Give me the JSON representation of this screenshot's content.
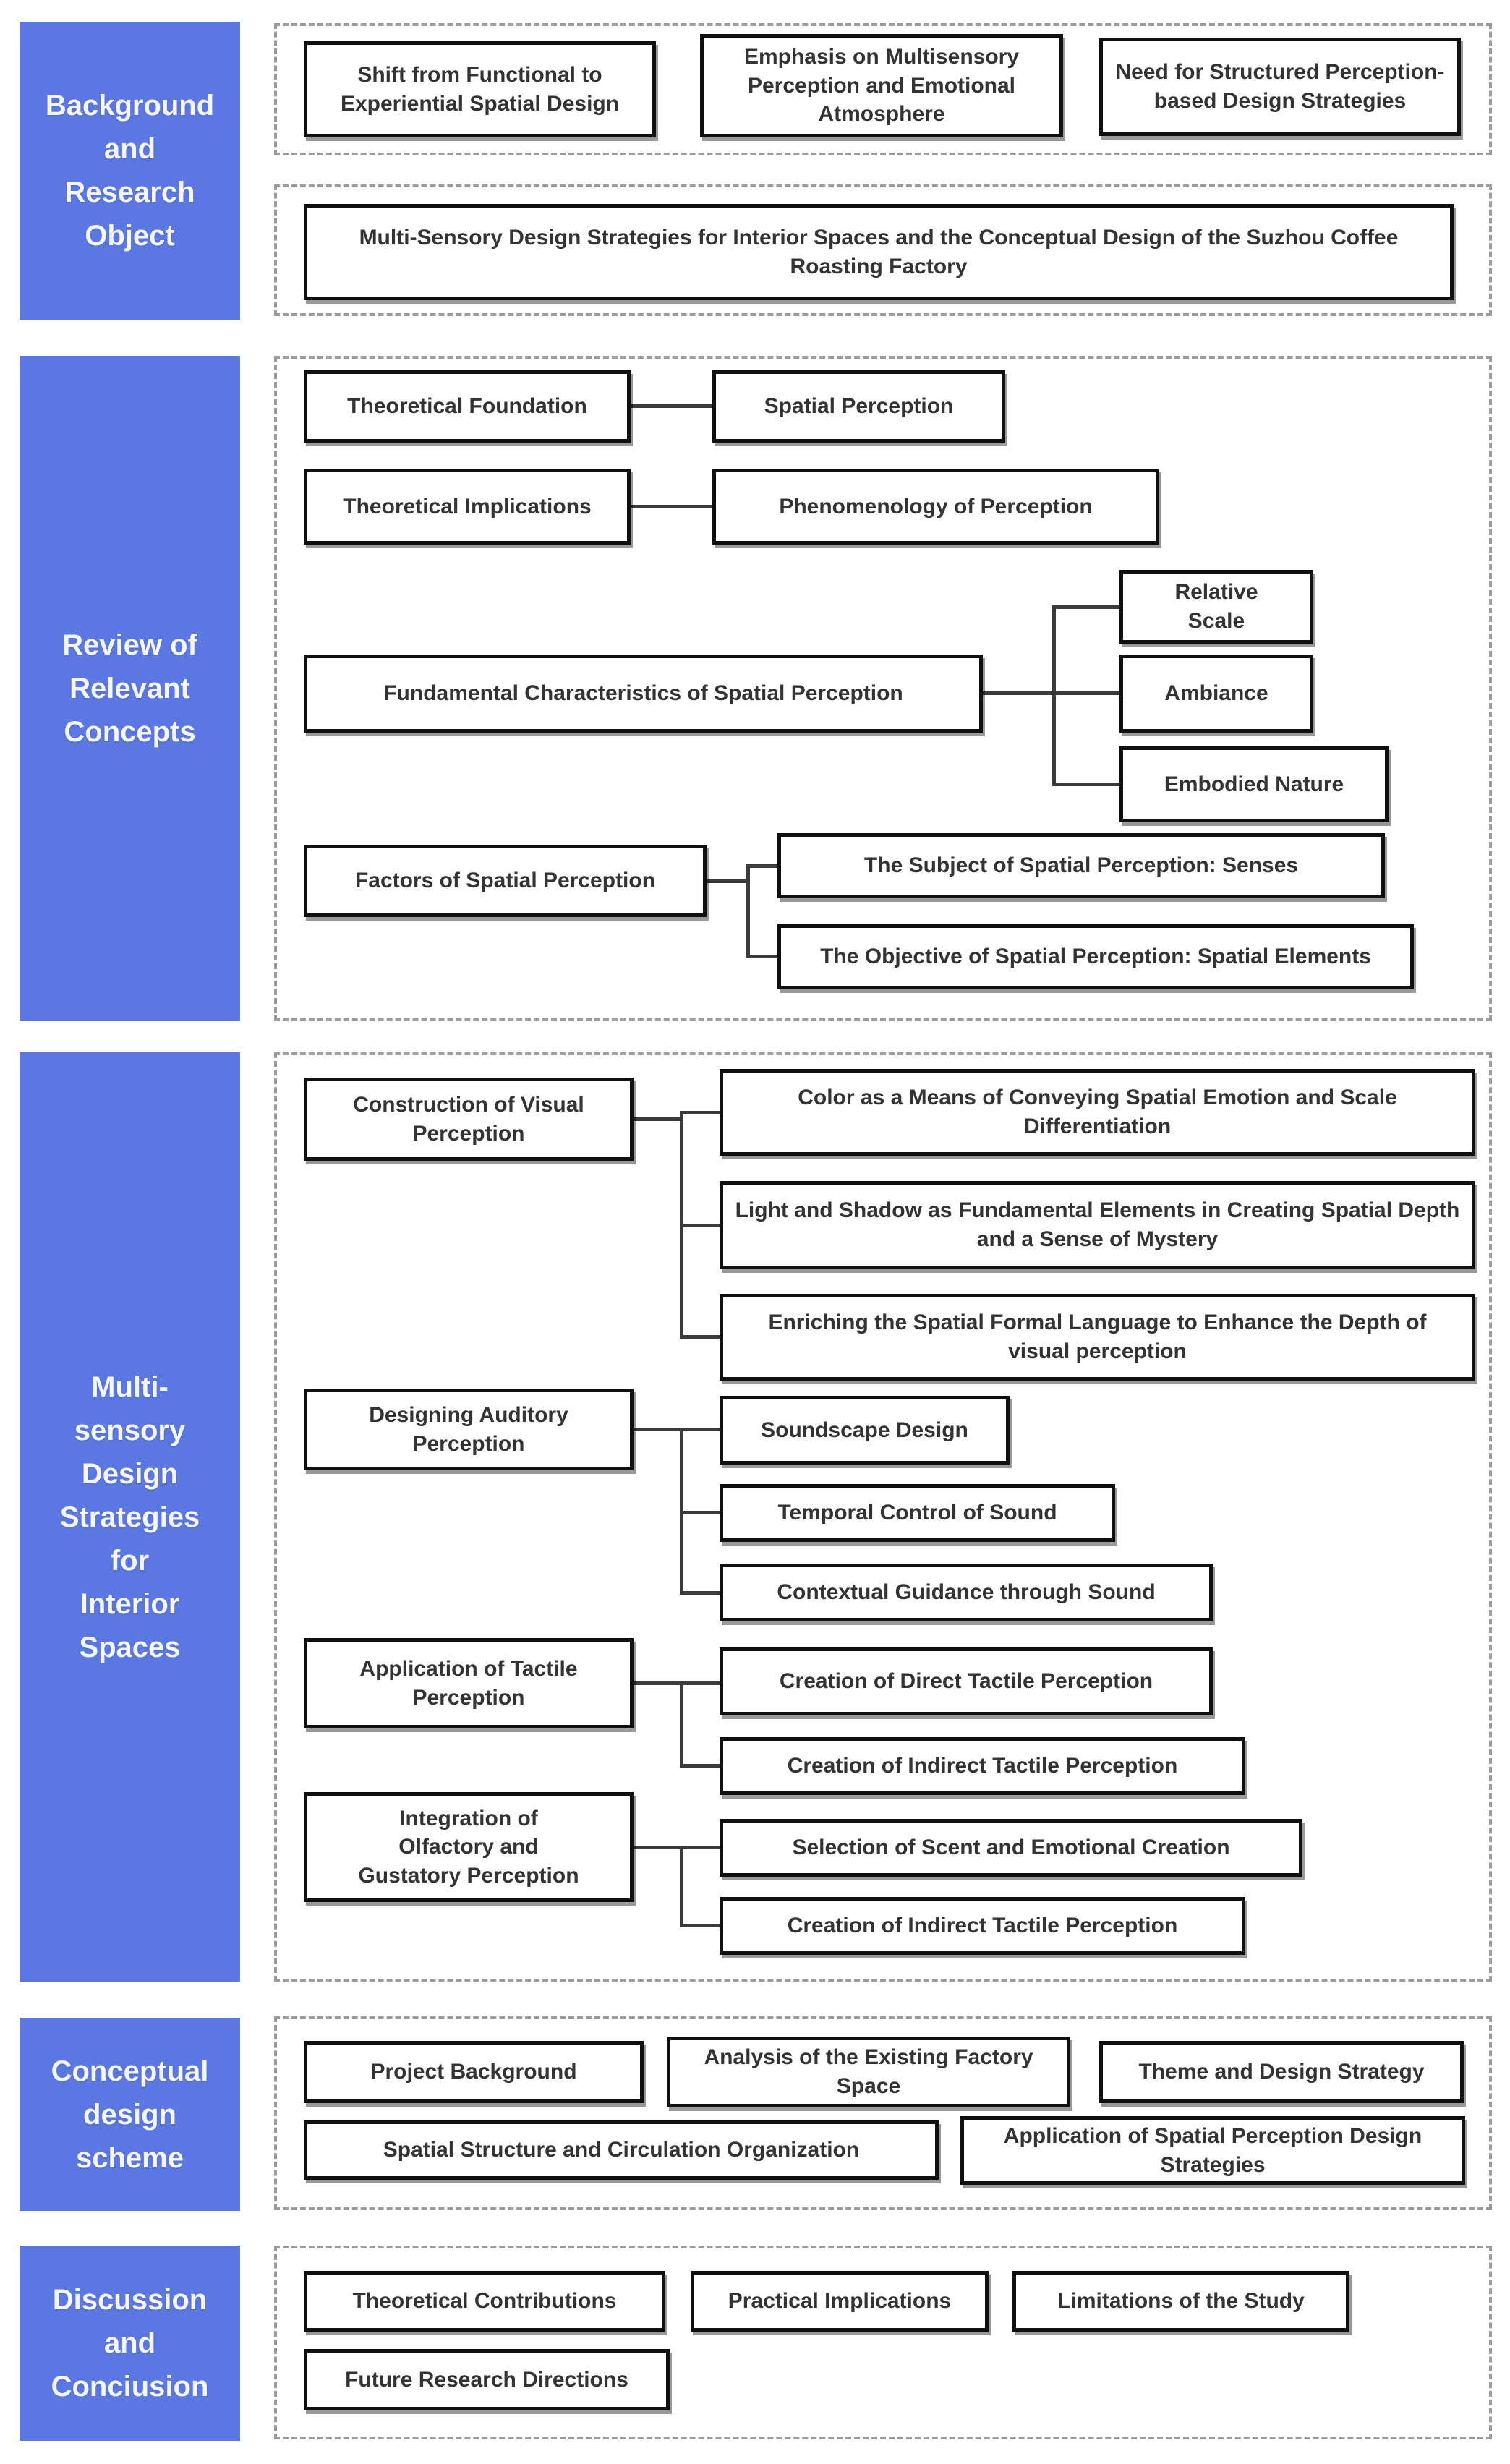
{
  "title": "Research framework flowchart: multi-sensory design strategies for interior spaces",
  "palette": {
    "accent_blue": "#5b78e2",
    "label_text": "#f4f6fc",
    "box_border": "#101010",
    "box_text": "#333333",
    "dashed_border": "#9b9b9b",
    "connector": "#3a3a3a",
    "background": "#ffffff"
  },
  "sections": {
    "s1": {
      "label": "Background\nand\nResearch\nObject",
      "boxes": {
        "shift": "Shift from Functional to Experiential Spatial Design",
        "emphasis": "Emphasis on Multisensory Perception and Emotional Atmosphere",
        "need": "Need for Structured Perception-based Design Strategies",
        "thesis": "Multi-Sensory Design Strategies for Interior Spaces and the Conceptual Design of the Suzhou Coffee Roasting Factory"
      }
    },
    "s2": {
      "label": "Review of\nRelevant\nConcepts",
      "boxes": {
        "theoretical_foundation": "Theoretical Foundation",
        "spatial_perception": "Spatial Perception",
        "theoretical_implications": "Theoretical Implications",
        "phenomenology": "Phenomenology of Perception",
        "fundamental_characteristics": "Fundamental Characteristics of Spatial Perception",
        "relative_scale": "Relative\nScale",
        "ambiance": "Ambiance",
        "embodied_nature": "Embodied Nature",
        "factors": "Factors of Spatial Perception",
        "subject_senses": "The Subject of Spatial Perception: Senses",
        "objective_elements": "The Objective of Spatial Perception: Spatial Elements"
      }
    },
    "s3": {
      "label": "Multi-\nsensory\nDesign\nStrategies\nfor\nInterior\nSpaces",
      "boxes": {
        "visual": "Construction of Visual Perception",
        "color": "Color as a Means of Conveying Spatial Emotion and Scale Differentiation",
        "light": "Light and Shadow as Fundamental Elements in Creating Spatial Depth and a Sense of Mystery",
        "enriching": "Enriching the Spatial Formal Language to Enhance the Depth of visual perception",
        "auditory": "Designing Auditory Perception",
        "soundscape": "Soundscape Design",
        "temporal": "Temporal Control of Sound",
        "contextual": "Contextual Guidance through Sound",
        "tactile": "Application of Tactile Perception",
        "direct_tactile": "Creation of Direct Tactile Perception",
        "indirect_tactile": "Creation of Indirect Tactile Perception",
        "olfactory": "Integration of\nOlfactory and\nGustatory Perception",
        "scent": "Selection of Scent and Emotional Creation",
        "indirect_tactile_2": "Creation of Indirect Tactile Perception"
      }
    },
    "s4": {
      "label": "Conceptual\ndesign\nscheme",
      "boxes": {
        "project_background": "Project Background",
        "existing_factory": "Analysis of the Existing Factory Space",
        "theme": "Theme and Design Strategy",
        "spatial_structure": "Spatial Structure and Circulation Organization",
        "application": "Application of Spatial Perception Design Strategies"
      }
    },
    "s5": {
      "label": "Discussion\nand\nConciusion",
      "boxes": {
        "theoretical_contributions": "Theoretical Contributions",
        "practical_implications": "Practical Implications",
        "limitations": "Limitations of the Study",
        "future": "Future Research Directions"
      }
    }
  }
}
